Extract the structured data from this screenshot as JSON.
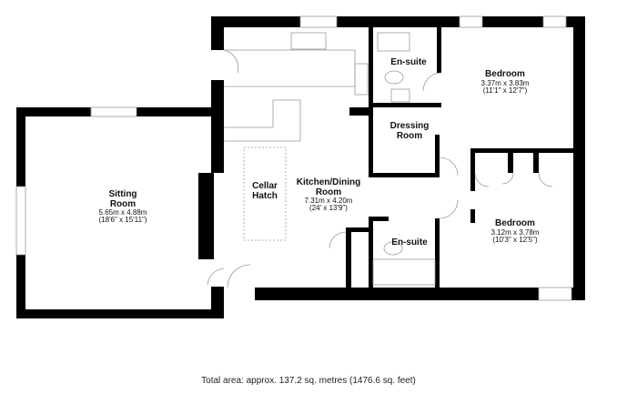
{
  "rooms": {
    "sitting_room": {
      "name_1": "Sitting",
      "name_2": "Room",
      "metric": "5.65m x 4.88m",
      "imperial": "(18'6\" x 15'11\")"
    },
    "cellar_hatch": {
      "name_1": "Cellar",
      "name_2": "Hatch"
    },
    "kitchen_dining": {
      "name_1": "Kitchen/Dining",
      "name_2": "Room",
      "metric": "7.31m x 4.20m",
      "imperial": "(24' x 13'9\")"
    },
    "ensuite_top": {
      "name": "En-suite"
    },
    "bedroom_1": {
      "name": "Bedroom",
      "metric": "3.37m x 3.83m",
      "imperial": "(11'1\" x 12'7\")"
    },
    "dressing_room": {
      "name_1": "Dressing",
      "name_2": "Room"
    },
    "bedroom_2": {
      "name": "Bedroom",
      "metric": "3.12m x 3.78m",
      "imperial": "(10'3\" x 12'5\")"
    },
    "ensuite_bottom": {
      "name": "En-suite"
    }
  },
  "footer": {
    "total_area": "Total area: approx. 137.2 sq. metres (1476.6 sq. feet)"
  },
  "colors": {
    "wall": "#000000",
    "fixture": "#999999"
  }
}
